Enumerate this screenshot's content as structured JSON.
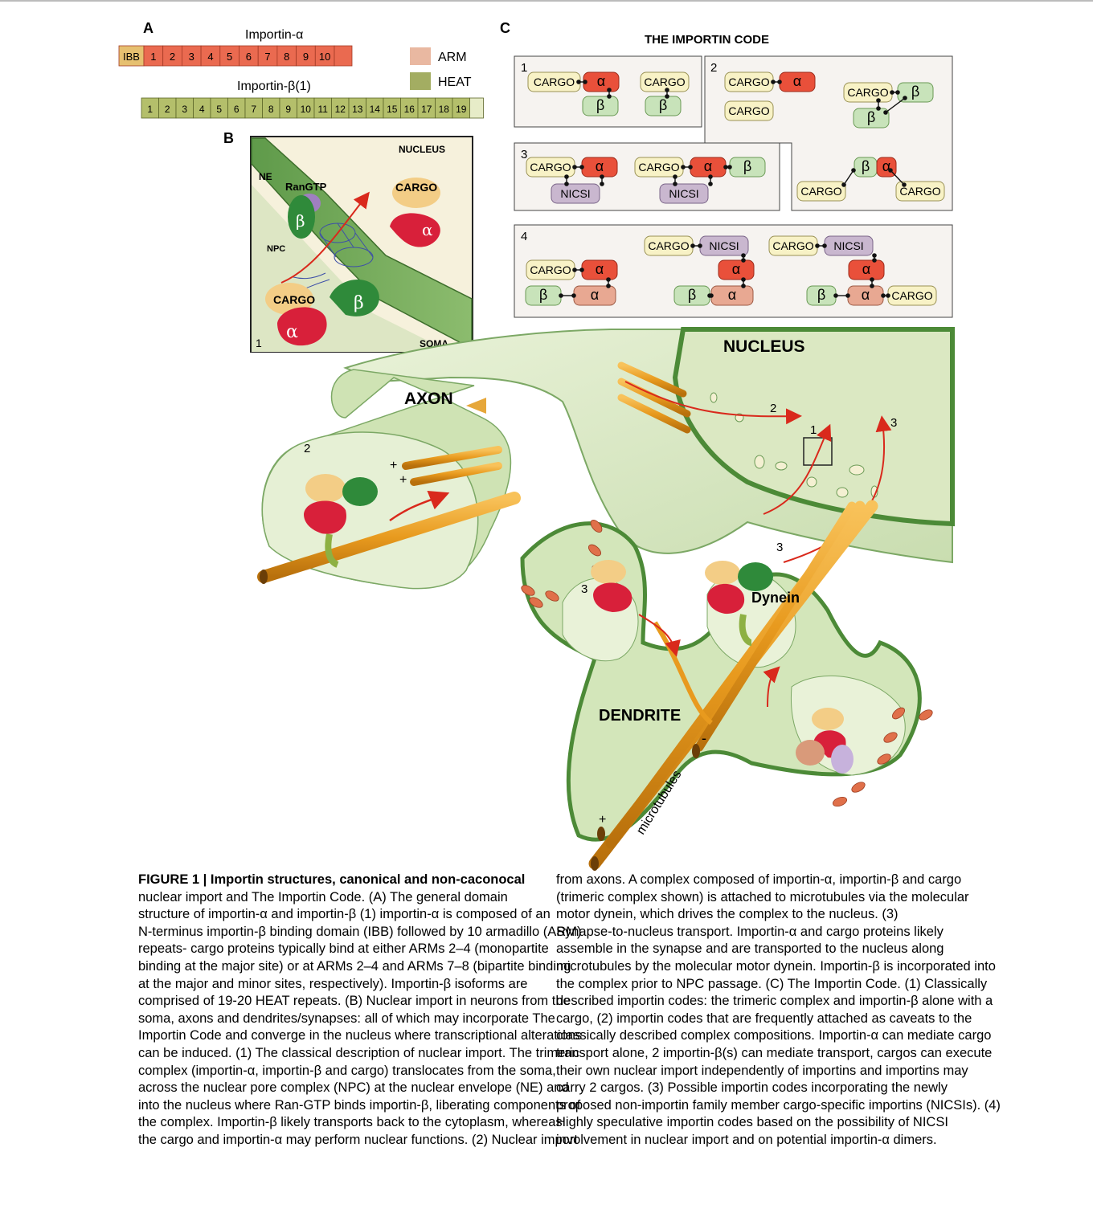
{
  "panels": {
    "a": "A",
    "b": "B",
    "c": "C"
  },
  "panel_a": {
    "alpha_title": "Importin-α",
    "alpha_segments": [
      "IBB",
      "1",
      "2",
      "3",
      "4",
      "5",
      "6",
      "7",
      "8",
      "9",
      "10"
    ],
    "beta_title": "Importin-β(1)",
    "beta_segments": [
      "1",
      "2",
      "3",
      "4",
      "5",
      "6",
      "7",
      "8",
      "9",
      "10",
      "11",
      "12",
      "13",
      "14",
      "15",
      "16",
      "17",
      "18",
      "19"
    ],
    "legend": [
      {
        "label": "ARM",
        "color": "#e9b8a1"
      },
      {
        "label": "HEAT",
        "color": "#a3ad62"
      }
    ],
    "colors": {
      "alpha": "#ea6a50",
      "ibb": "#e6c070",
      "beta": "#b4bf6b"
    }
  },
  "panel_b": {
    "nucleus": "NUCLEUS",
    "ne": "NE",
    "rangtp": "RanGTP",
    "cargo": "CARGO",
    "beta": "β",
    "alpha": "α",
    "npc": "NPC",
    "soma": "SOMA",
    "step": "1"
  },
  "panel_c": {
    "title": "THE IMPORTIN CODE",
    "box_numbers": [
      "1",
      "2",
      "3",
      "4"
    ],
    "cargo": "CARGO",
    "nicsi": "NICSI",
    "alpha": "α",
    "beta": "β"
  },
  "neuron": {
    "nucleus": "NUCLEUS",
    "axon": "AXON",
    "dendrite": "DENDRITE",
    "dynein": "Dynein",
    "microtubules": "microtubules",
    "numbers": [
      "1",
      "2",
      "3",
      "2",
      "3",
      "3"
    ],
    "plus": "+",
    "minus": "-"
  },
  "caption": {
    "left": [
      "FIGURE 1 | Importin structures, canonical and non-caconocal",
      "nuclear import and The Importin Code. (A) The general domain",
      "structure of importin-α and importin-β (1) importin-α is composed of an",
      "N-terminus importin-β binding domain (IBB) followed by 10 armadillo (ARM)",
      "repeats- cargo proteins typically bind at either ARMs 2–4 (monopartite",
      "binding at the major site) or at ARMs 2–4 and ARMs 7–8 (bipartite binding",
      "at the major and minor sites, respectively). Importin-β isoforms are",
      "comprised of 19-20 HEAT repeats. (B) Nuclear import in neurons from the",
      "soma, axons and dendrites/synapses: all of which may incorporate The",
      "Importin Code and converge in the nucleus where transcriptional alterations",
      "can be induced. (1) The classical description of nuclear import. The trimeric",
      "complex (importin-α, importin-β and cargo) translocates from the soma,",
      "across the nuclear pore complex (NPC) at the nuclear envelope (NE) and",
      "into the nucleus where Ran-GTP binds importin-β, liberating components of",
      "the complex. Importin-β likely transports back to the cytoplasm, whereas",
      "the cargo and importin-α may perform nuclear functions. (2) Nuclear import"
    ],
    "right": [
      "from axons. A complex composed of importin-α, importin-β and cargo",
      "(trimeric complex shown) is attached to microtubules via the molecular",
      "motor dynein, which drives the complex to the nucleus. (3)",
      "Synapse-to-nucleus transport. Importin-α and cargo proteins likely",
      "assemble in the synapse and are transported to the nucleus along",
      "microtubules by the molecular motor dynein. Importin-β is incorporated into",
      "the complex prior to NPC passage. (C) The Importin Code. (1) Classically",
      "described importin codes: the trimeric complex and importin-β alone with a",
      "cargo, (2) importin codes that are frequently attached as caveats to the",
      "classically described complex compositions. Importin-α can mediate cargo",
      "transport alone, 2 importin-β(s) can mediate transport, cargos can execute",
      "their own nuclear import independently of importins and importins may",
      "carry 2 cargos. (3) Possible importin codes incorporating the newly",
      "proposed non-importin family member cargo-specific importins (NICSIs). (4)",
      "Highly speculative importin codes based on the possibility of NICSI",
      "involvement in nuclear import and on potential importin-α dimers."
    ]
  }
}
